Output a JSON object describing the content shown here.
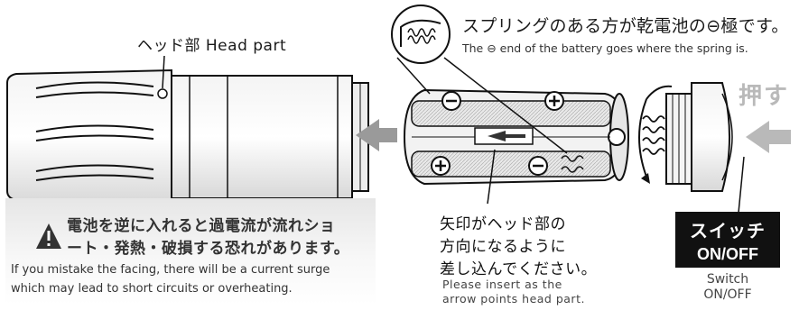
{
  "head_label": "ヘッド部 Head part",
  "spring_note": {
    "jp": "スプリングのある方が乾電池の⊖極です。",
    "en": "The ⊖ end of the battery goes where the spring is."
  },
  "push_label": "押す",
  "warning": {
    "jp_line1": "電池を逆に入れると過電流が流れショ",
    "jp_line2": "ート・発熱・破損する恐れがあります。",
    "en_line1": "If you mistake the facing, there will be a current surge",
    "en_line2": "which may lead to short circuits or overheating."
  },
  "insert_note": {
    "jp_line1": "矢印がヘッド部の",
    "jp_line2": "方向になるように",
    "jp_line3": "差し込んでください。",
    "en_line1": "Please insert as the",
    "en_line2": "arrow points head part."
  },
  "switch": {
    "jp": "スイッチ",
    "onoff": "ON/OFF",
    "en_line1": "Switch",
    "en_line2": "ON/OFF"
  },
  "icons": [
    "warning-triangle-icon",
    "left-arrow-icon",
    "rotate-arrow-icon"
  ],
  "colors": {
    "arrow_gray": "#9a9a9a",
    "push_gray": "#b9b9b9",
    "switch_box": "#111111"
  }
}
